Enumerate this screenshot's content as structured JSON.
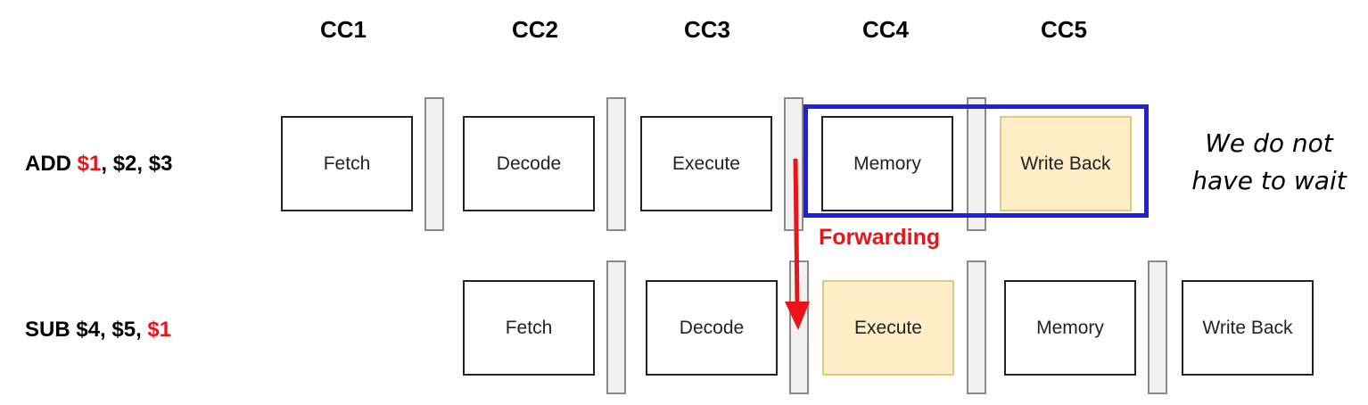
{
  "cycles": [
    "CC1",
    "CC2",
    "CC3",
    "CC4",
    "CC5"
  ],
  "instr1": {
    "op": "ADD ",
    "dest": "$1",
    "rest": ", $2, $3",
    "stages": [
      "Fetch",
      "Decode",
      "Execute",
      "Memory",
      "Write Back"
    ]
  },
  "instr2": {
    "op": "SUB $4, $5, ",
    "src": "$1",
    "stages": [
      "Fetch",
      "Decode",
      "Execute",
      "Memory",
      "Write Back"
    ]
  },
  "forwarding_label": "Forwarding",
  "note": {
    "line1": "We do not",
    "line2": "have to wait"
  },
  "colors": {
    "highlight_fill": "#fdeec8",
    "box_accent": "#1f1fe0",
    "arrow": "#e8141a"
  }
}
